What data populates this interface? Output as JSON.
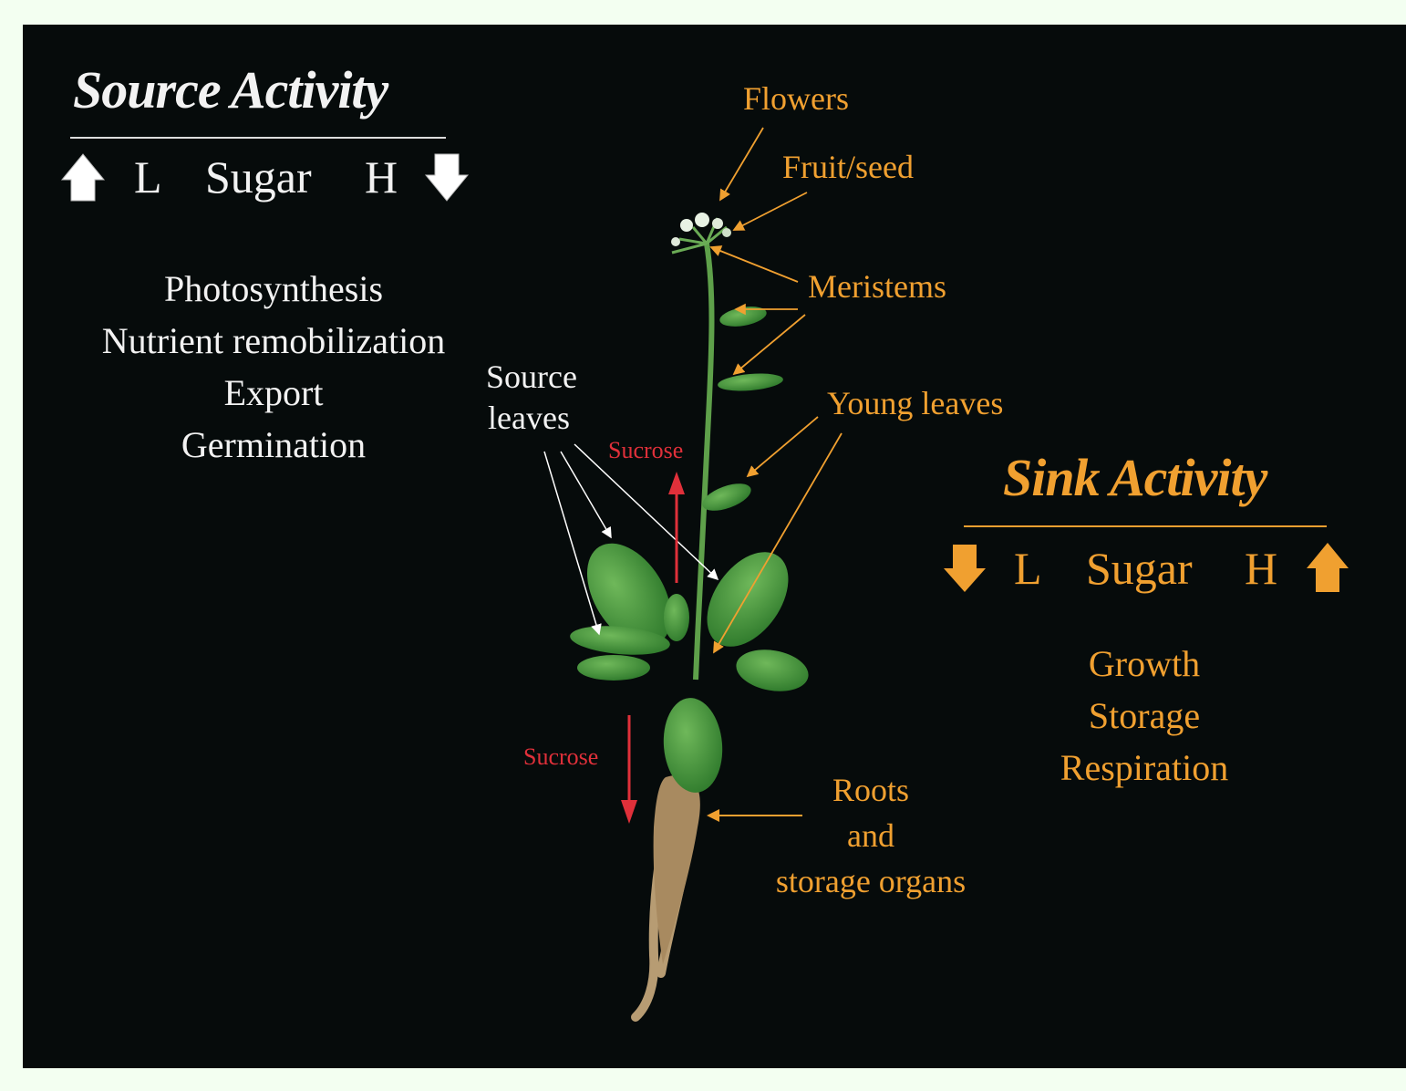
{
  "source": {
    "title": "Source Activity",
    "scale": {
      "low": "L",
      "label": "Sugar",
      "high": "H",
      "left_arrow": "up-arrow-icon",
      "right_arrow": "down-arrow-icon"
    },
    "items": [
      "Photosynthesis",
      "Nutrient remobilization",
      "Export",
      "Germination"
    ],
    "leaves_label_line1": "Source",
    "leaves_label_line2": "leaves"
  },
  "sink": {
    "title": "Sink Activity",
    "scale": {
      "low": "L",
      "label": "Sugar",
      "high": "H",
      "left_arrow": "down-arrow-icon",
      "right_arrow": "up-arrow-icon"
    },
    "items": [
      "Growth",
      "Storage",
      "Respiration"
    ]
  },
  "plant_labels": {
    "flowers": "Flowers",
    "fruit_seed": "Fruit/seed",
    "meristems": "Meristems",
    "young_leaves": "Young leaves",
    "roots_line1": "Roots",
    "roots_line2": "and",
    "roots_line3": "storage organs"
  },
  "flow_labels": {
    "sucrose_up": "Sucrose",
    "sucrose_down": "Sucrose"
  },
  "colors": {
    "background": "#060b0b",
    "frame": "#f3fff1",
    "source_text": "#f2f2f2",
    "sink_text": "#f0a030",
    "sucrose": "#e0303a",
    "leaf": "#4f9a3f"
  }
}
